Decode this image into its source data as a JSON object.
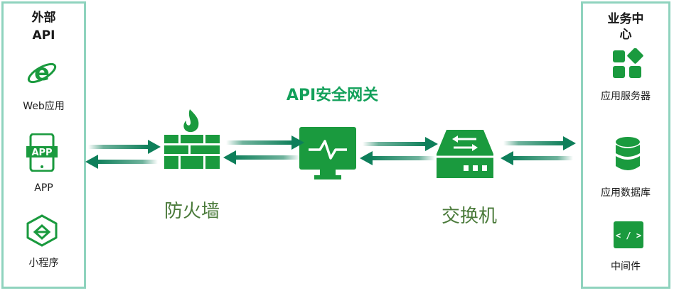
{
  "gateway": {
    "title": "API安全网关"
  },
  "left_panel": {
    "title_line1": "外部",
    "title_line2": "API",
    "items": [
      {
        "label": "Web应用",
        "icon": "browser-e-icon"
      },
      {
        "label": "APP",
        "icon": "app-phone-icon",
        "badge": "APP"
      },
      {
        "label": "小程序",
        "icon": "mini-program-icon"
      }
    ]
  },
  "right_panel": {
    "title_line1": "业务中",
    "title_line2": "心",
    "items": [
      {
        "label": "应用服务器",
        "icon": "app-server-icon"
      },
      {
        "label": "应用数据库",
        "icon": "database-icon"
      },
      {
        "label": "中间件",
        "icon": "middleware-code-icon",
        "badge": "< / >"
      }
    ]
  },
  "nodes": {
    "firewall": {
      "label": "防火墙",
      "icon": "firewall-icon"
    },
    "gateway": {
      "icon": "monitor-pulse-icon"
    },
    "switch": {
      "label": "交换机",
      "icon": "switch-icon"
    }
  },
  "colors": {
    "panel_border": "#8fd3be",
    "icon_green": "#1a9a3e",
    "arrow_green": "#0e7f5a",
    "title_green": "#12a05a",
    "label_green": "#4a7a3a"
  }
}
